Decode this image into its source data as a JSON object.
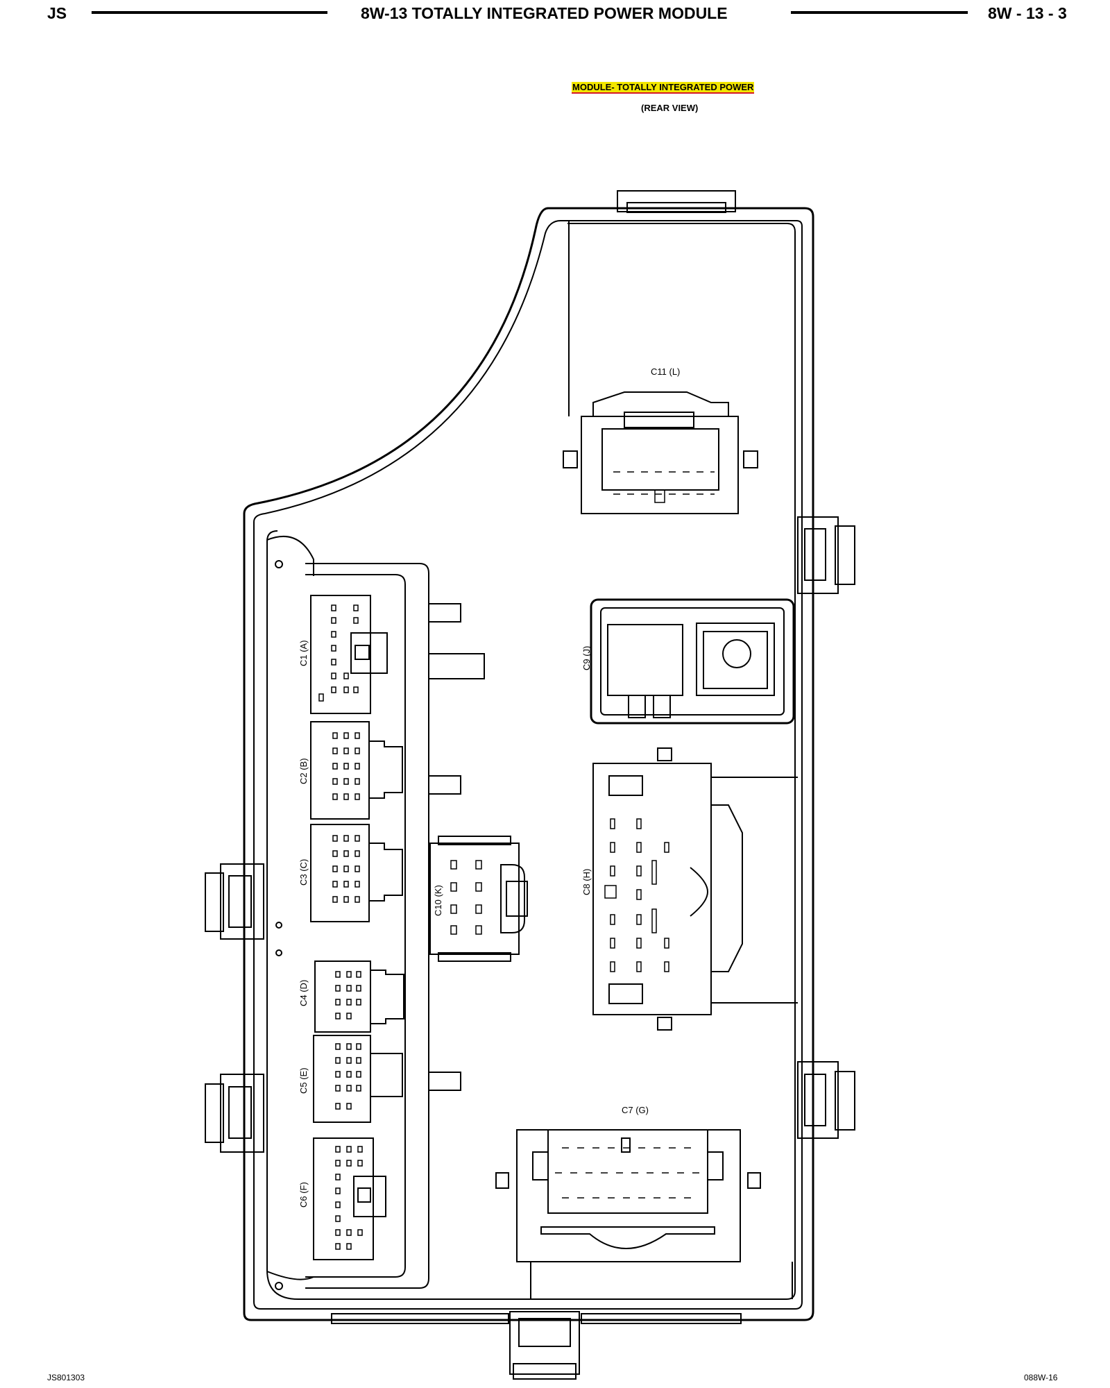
{
  "header": {
    "left": "JS",
    "title": "8W-13 TOTALLY INTEGRATED POWER MODULE",
    "page": "8W - 13 - 3"
  },
  "diagram": {
    "title": "MODULE- TOTALLY INTEGRATED POWER",
    "view": "(REAR VIEW)",
    "connectors": {
      "c1": "C1 (A)",
      "c2": "C2 (B)",
      "c3": "C3 (C)",
      "c4": "C4 (D)",
      "c5": "C5 (E)",
      "c6": "C6 (F)",
      "c7": "C7 (G)",
      "c8": "C8 (H)",
      "c9": "C9 (J)",
      "c10": "C10 (K)",
      "c11": "C11 (L)"
    }
  },
  "footer": {
    "left": "JS801303",
    "right": "088W-16"
  },
  "colors": {
    "highlight": "#f2e600",
    "underline": "#d4182a",
    "ink": "#000000"
  }
}
